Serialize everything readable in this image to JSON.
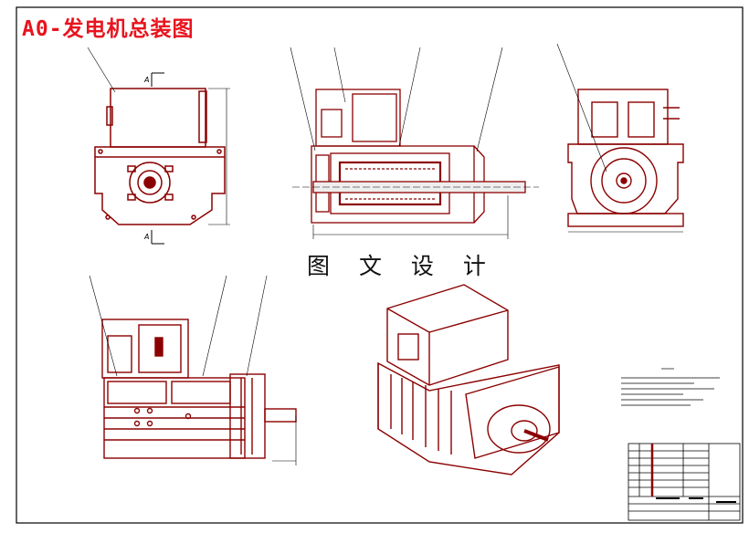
{
  "drawing": {
    "title": "A0-发电机总装图",
    "caption": "图 文 设 计"
  },
  "colors": {
    "line": "#8b0000",
    "frame": "#000000",
    "title": "#e8141e",
    "shaft_fill": "#eeeeee"
  },
  "section_markers": {
    "top": "A",
    "bottom": "A"
  }
}
